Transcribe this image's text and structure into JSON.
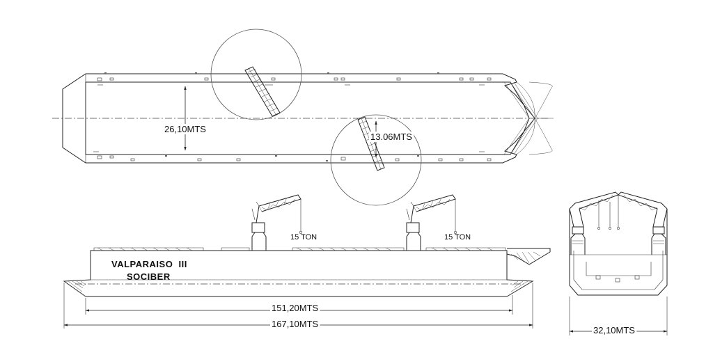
{
  "plan_view": {
    "beam_dimension": "26,10MTS",
    "radius_dimension": "13.06MTS"
  },
  "side_view": {
    "vessel_name": "VALPARAISO  III",
    "owner": "SOCIBER",
    "crane_capacity_fwd": "15 TON",
    "crane_capacity_aft": "15 TON",
    "deck_length": "151,20MTS",
    "overall_length": "167,10MTS"
  },
  "end_view": {
    "width_dimension": "32,10MTS"
  }
}
